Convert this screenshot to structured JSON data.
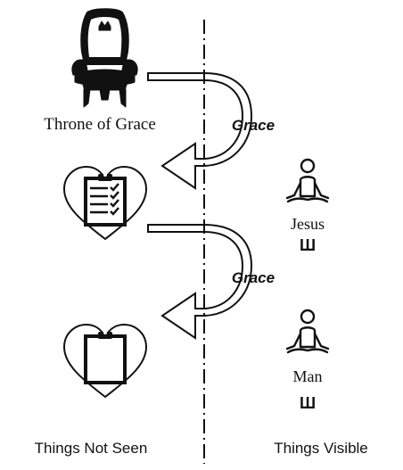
{
  "labels": {
    "throne": "Throne of Grace",
    "grace_top": "Grace",
    "grace_bottom": "Grace",
    "jesus": "Jesus",
    "man": "Man",
    "things_not_seen": "Things Not Seen",
    "things_visible": "Things Visible"
  },
  "icons": {
    "throne": "throne-icon",
    "heart_checklist": "heart-checklist-icon",
    "heart_blank": "heart-clipboard-icon",
    "person": "meditating-person-icon",
    "feet": "feet-glyph-icon"
  },
  "feet_glyph": "Ш",
  "colors": {
    "ink": "#111111",
    "background": "#ffffff"
  }
}
